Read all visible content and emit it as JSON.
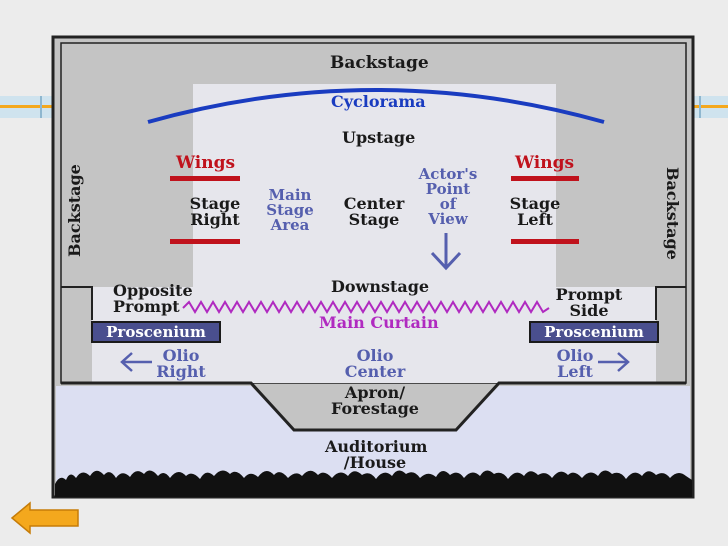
{
  "labels": {
    "backstage_top": "Backstage",
    "cyclorama": "Cyclorama",
    "upstage": "Upstage",
    "wings_left": "Wings",
    "wings_right": "Wings",
    "backstage_left": "Backstage",
    "backstage_right": "Backstage",
    "stage_right_1": "Stage",
    "stage_right_2": "Right",
    "main_1": "Main",
    "main_2": "Stage",
    "main_3": "Area",
    "center_1": "Center",
    "center_2": "Stage",
    "actor_1": "Actor's",
    "actor_2": "Point",
    "actor_3": "of",
    "actor_4": "View",
    "stage_left_1": "Stage",
    "stage_left_2": "Left",
    "downstage": "Downstage",
    "opposite_1": "Opposite",
    "opposite_2": "Prompt",
    "prompt_1": "Prompt",
    "prompt_2": "Side",
    "main_curtain": "Main Curtain",
    "proscenium_left": "Proscenium",
    "proscenium_right": "Proscenium",
    "olio_right_1": "Olio",
    "olio_right_2": "Right",
    "olio_center_1": "Olio",
    "olio_center_2": "Center",
    "olio_left_1": "Olio",
    "olio_left_2": "Left",
    "apron_1": "Apron/",
    "apron_2": "Forestage",
    "auditorium_1": "Auditorium",
    "auditorium_2": "/House"
  },
  "colors": {
    "backstage_gray": "#c4c4c4",
    "stage_floor": "#e6e6ec",
    "house_floor": "#dcdff2",
    "wings_red": "#c0121c",
    "cyclorama_blue": "#1a3cc0",
    "curtain_purple": "#b02ac0",
    "proscenium_fill": "#4a4f8e",
    "nav_arrow": "#f4a81d"
  },
  "icons": {
    "back_arrow": "left-arrow-icon",
    "down_arrow": "down-arrow-icon"
  }
}
